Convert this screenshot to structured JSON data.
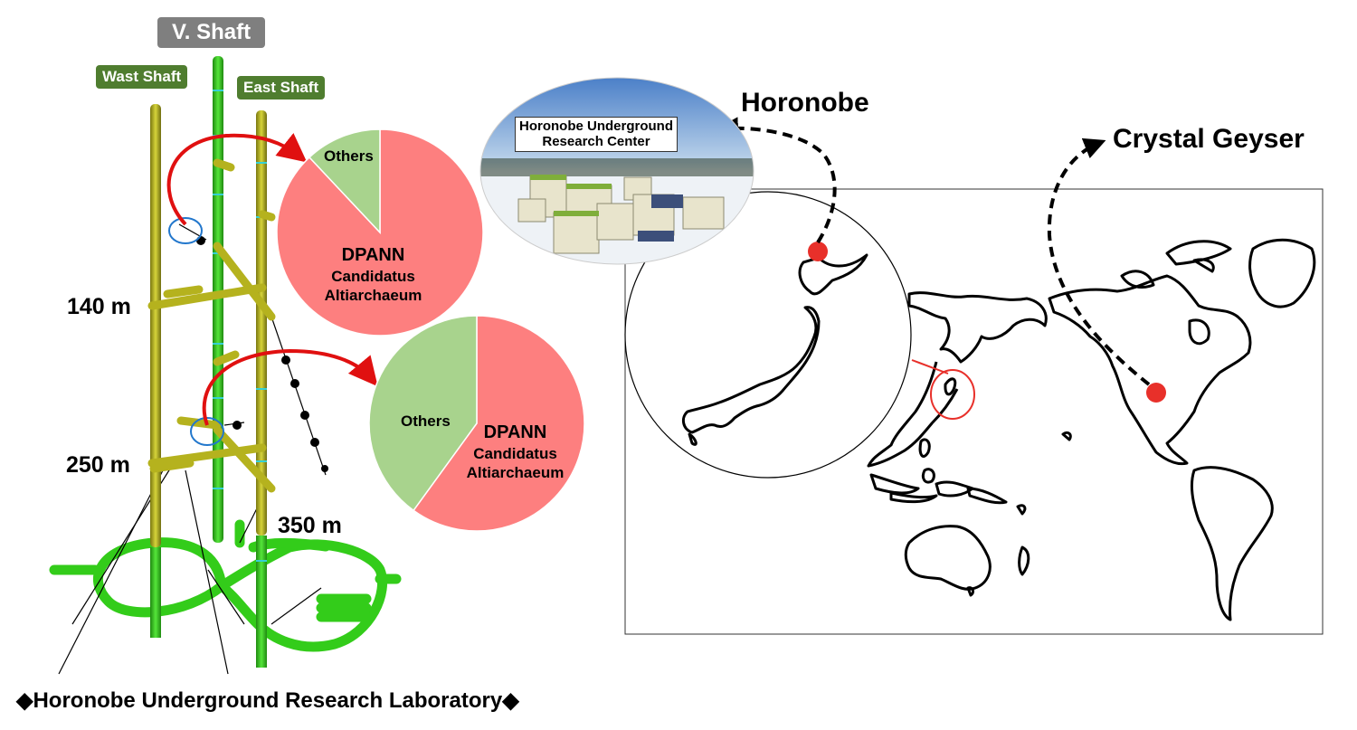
{
  "lab": {
    "shafts": {
      "center": "V. Shaft",
      "west": "Wast Shaft",
      "east": "East Shaft"
    },
    "depths": {
      "d140": "140 m",
      "d250": "250 m",
      "d350": "350 m"
    },
    "footer": "◆Horonobe Underground Research Laboratory◆"
  },
  "chart_data": [
    {
      "type": "pie",
      "categories": [
        "DPANN Candidatus Altiarchaeum",
        "Others"
      ],
      "values": [
        88,
        12
      ],
      "labels": {
        "major_line1": "DPANN",
        "major_line2": "Candidatus",
        "major_line3": "Altiarchaeum",
        "minor": "Others"
      },
      "colors": [
        "#fd7f7f",
        "#a8d38d"
      ]
    },
    {
      "type": "pie",
      "categories": [
        "DPANN Candidatus Altiarchaeum",
        "Others"
      ],
      "values": [
        60,
        40
      ],
      "labels": {
        "major_line1": "DPANN",
        "major_line2": "Candidatus",
        "major_line3": "Altiarchaeum",
        "minor": "Others"
      },
      "colors": [
        "#fd7f7f",
        "#a8d38d"
      ]
    }
  ],
  "map": {
    "photo_caption_line1": "Horonobe Underground",
    "photo_caption_line2": "Research Center",
    "site_japan": "Horonobe",
    "site_usa": "Crystal Geyser"
  },
  "colors": {
    "shaft": "#b5b21e",
    "gallery": "#33cc1a",
    "marker": "#e8302a",
    "arrow": "#e01010",
    "tag_green": "#4f7d2f",
    "tag_grey": "#7f7f7f"
  }
}
